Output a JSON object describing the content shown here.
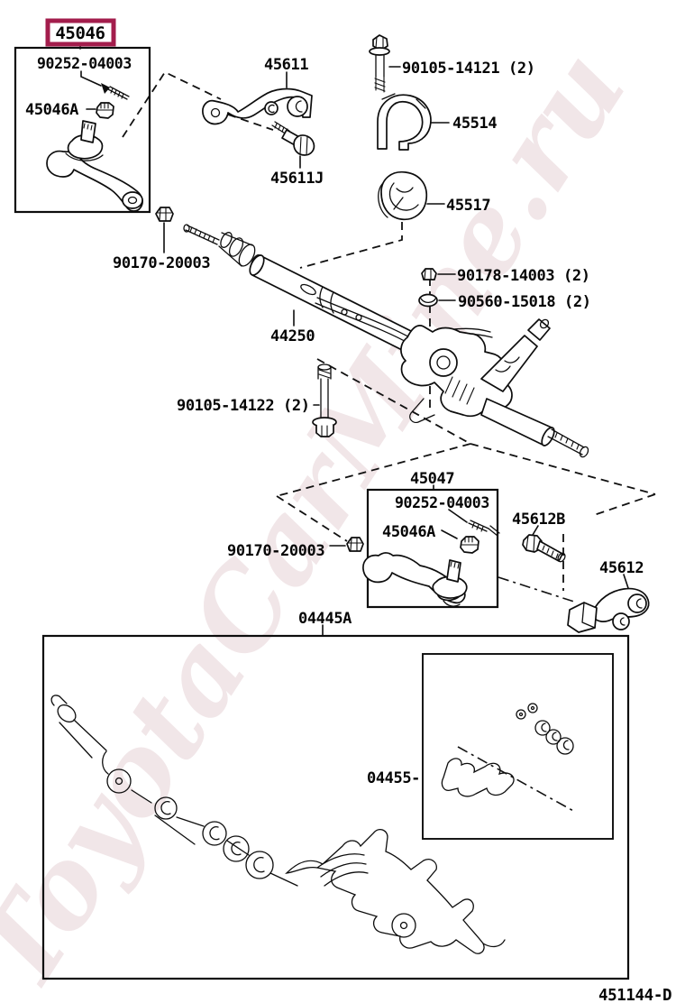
{
  "watermark": {
    "text": "ToyotaCarMine.ru",
    "color": "#f1e6e8"
  },
  "highlight": {
    "color": "#a31d4c"
  },
  "doc_code": "451144-D",
  "labels": {
    "main": "45046",
    "pin_top": "90252-04003",
    "castle_nut_top": "45046A",
    "arm_45611": "45611",
    "bolt_45611j": "45611J",
    "bolt_90105_14121": "90105-14121 (2)",
    "clamp_45514": "45514",
    "grommet_45517": "45517",
    "nut_90170_top": "90170-20003",
    "nut_90178": "90178-14003 (2)",
    "washer_90560": "90560-15018 (2)",
    "gear_44250": "44250",
    "bolt_90105_14122": "90105-14122 (2)",
    "tie_rod_45047": "45047",
    "pin_bottom": "90252-04003",
    "castle_nut_bottom": "45046A",
    "nut_90170_bottom": "90170-20003",
    "bolt_45612b": "45612B",
    "arm_45612": "45612",
    "kit_04445a": "04445A",
    "kit_04455": "04455-"
  }
}
